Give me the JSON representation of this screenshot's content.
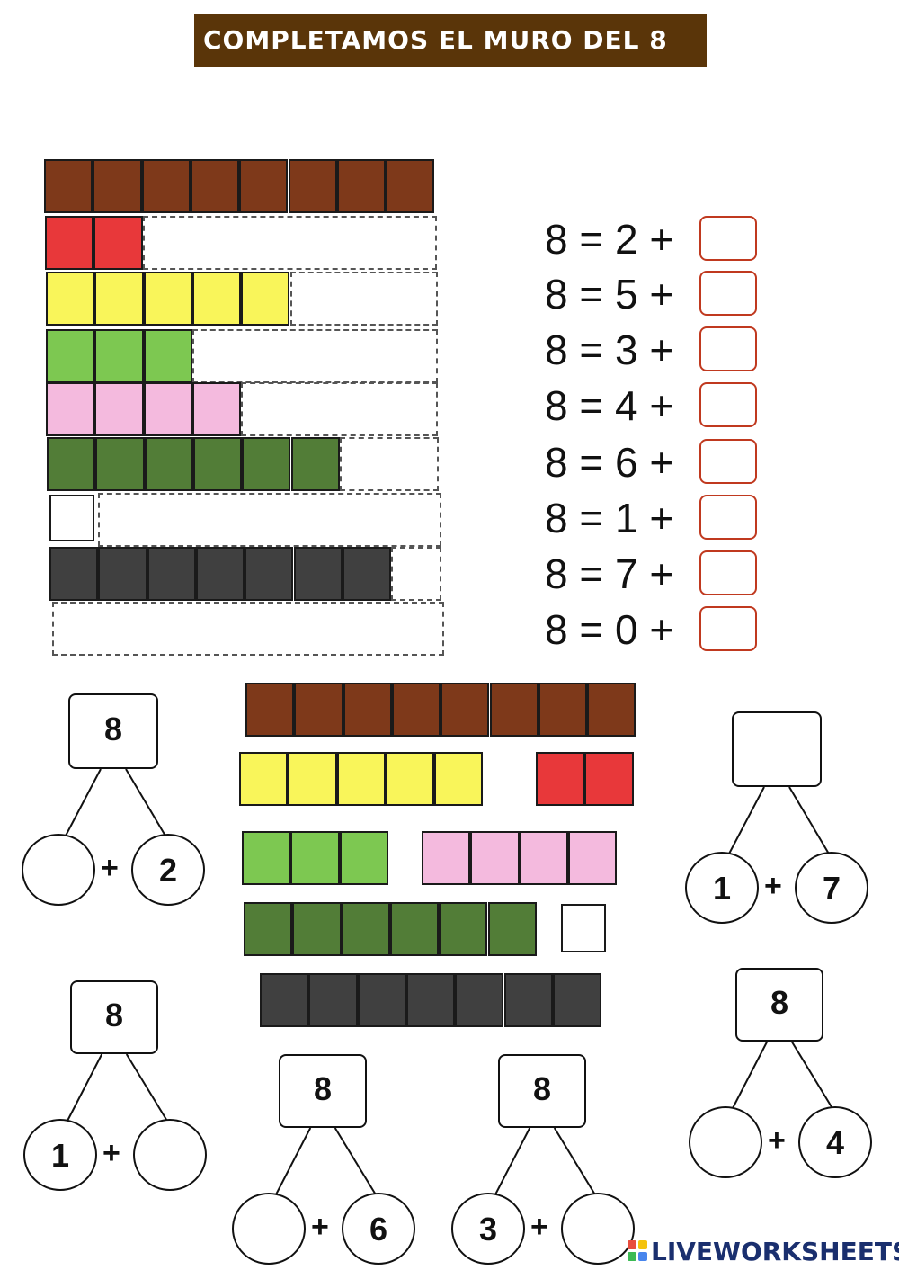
{
  "title": "COMPLETAMOS EL MURO DEL 8",
  "colors": {
    "brown": "#7e391a",
    "red": "#e8383a",
    "yellow": "#f9f55a",
    "light_green": "#7dc851",
    "pink": "#f4bade",
    "dark_green": "#527d37",
    "white": "#ffffff",
    "dark_gray": "#404040",
    "answer_box_border": "#c0391f",
    "banner": "#5a3509"
  },
  "wall_rows": [
    {
      "filled": 8,
      "color": "brown"
    },
    {
      "filled": 2,
      "color": "red"
    },
    {
      "filled": 5,
      "color": "yellow"
    },
    {
      "filled": 3,
      "color": "light_green"
    },
    {
      "filled": 4,
      "color": "pink"
    },
    {
      "filled": 6,
      "color": "dark_green"
    },
    {
      "filled": 1,
      "color": "white"
    },
    {
      "filled": 7,
      "color": "dark_gray"
    },
    {
      "filled": 0,
      "color": "white"
    }
  ],
  "equations": [
    {
      "text": "8 = 2 +"
    },
    {
      "text": "8 = 5 +"
    },
    {
      "text": "8 = 3 +"
    },
    {
      "text": "8 = 4 +"
    },
    {
      "text": "8 = 6 +"
    },
    {
      "text": "8 = 1 +"
    },
    {
      "text": "8 = 7 +"
    },
    {
      "text": "8 = 0 +"
    }
  ],
  "piece_groups": [
    [
      {
        "count": 8,
        "color": "brown"
      }
    ],
    [
      {
        "count": 5,
        "color": "yellow"
      },
      {
        "count": 2,
        "color": "red"
      }
    ],
    [
      {
        "count": 3,
        "color": "light_green"
      },
      {
        "count": 4,
        "color": "pink"
      }
    ],
    [
      {
        "count": 6,
        "color": "dark_green"
      },
      {
        "count": 1,
        "color": "white"
      }
    ],
    [
      {
        "count": 7,
        "color": "dark_gray"
      }
    ]
  ],
  "trees": [
    {
      "top": "8",
      "left": "",
      "right": "2",
      "plus": "+"
    },
    {
      "top": "",
      "left": "1",
      "right": "7",
      "plus": "+"
    },
    {
      "top": "8",
      "left": "1",
      "right": "",
      "plus": "+"
    },
    {
      "top": "8",
      "left": "",
      "right": "4",
      "plus": "+"
    },
    {
      "top": "8",
      "left": "",
      "right": "6",
      "plus": "+"
    },
    {
      "top": "8",
      "left": "3",
      "right": "",
      "plus": "+"
    }
  ],
  "branding": {
    "text": "LIVEWORKSHEETS"
  }
}
